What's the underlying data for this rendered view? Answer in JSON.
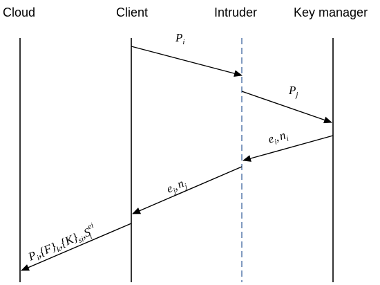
{
  "participants": {
    "cloud": "Cloud",
    "client": "Client",
    "intruder": "Intruder",
    "key_manager": "Key manager"
  },
  "messages": {
    "m1": {
      "main": "P",
      "sub": "i"
    },
    "m2": {
      "main": "P",
      "sub": "j"
    },
    "m3": {
      "a": "e",
      "a_sub": "i",
      "comma": ",",
      "b": "n",
      "b_sub": "i"
    },
    "m4": {
      "a": "e",
      "a_sub": "j",
      "comma": ",",
      "b": "n",
      "b_sub": "j"
    },
    "m5": {
      "p": "P",
      "p_sub": "i",
      "comma1": ",",
      "f": "{F}",
      "f_sub": "k",
      "comma2": ",",
      "k": "{K}",
      "k_sub": "si",
      "comma3": ",",
      "s": "S",
      "s_sub": "i",
      "s_sup": "ei"
    }
  },
  "colors": {
    "line": "#000000",
    "intruder_line": "#4a6fa5"
  }
}
